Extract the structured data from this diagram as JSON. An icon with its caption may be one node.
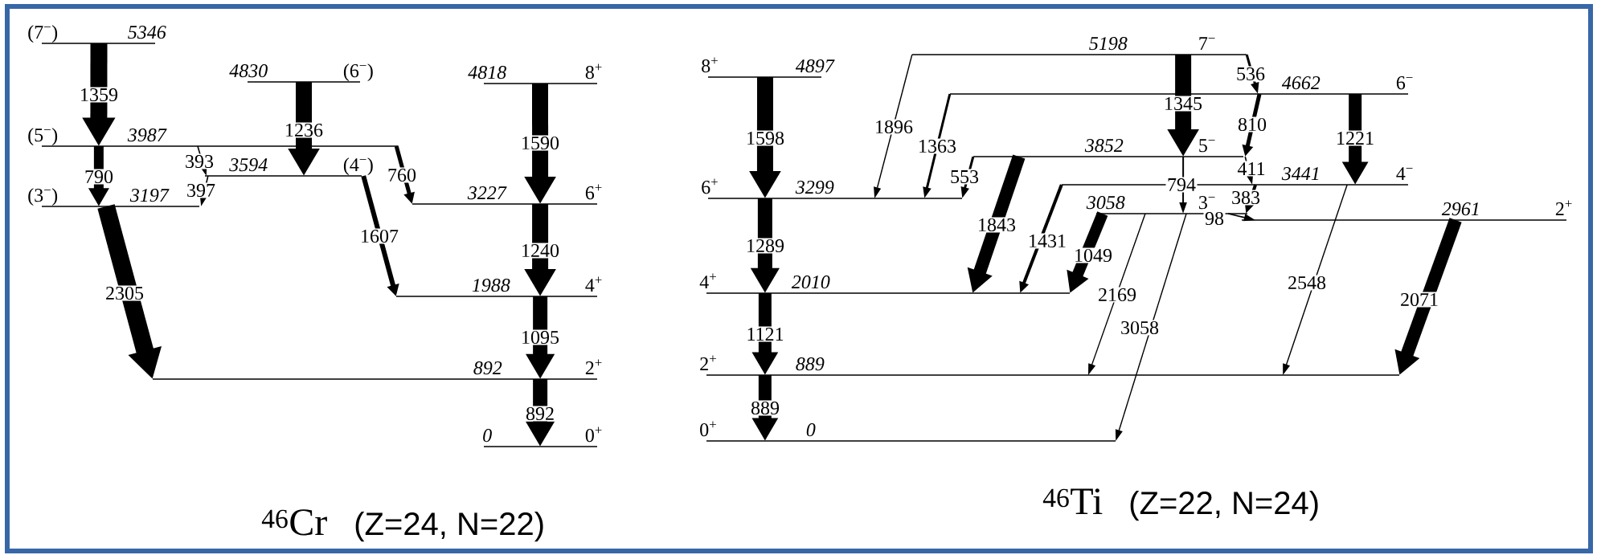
{
  "diagram": {
    "nodes": [
      {
        "text": [
          "(7$^{−}$)",
          "5346"
        ]
      },
      {
        "text": [
          "4830",
          "(6$^{−}$)"
        ]
      },
      {
        "text": [
          "4818",
          "8$^{+}$"
        ]
      },
      {
        "text": [
          "(5$^{−}$)",
          "3987"
        ]
      },
      {
        "text": [
          "3594",
          "(4$^{−}$)"
        ]
      },
      {
        "text": [
          "(3$^{−}$)",
          "3197"
        ]
      },
      {
        "text": [
          "3227",
          "6$^{+}$"
        ]
      },
      {
        "text": [
          "1988",
          "4$^{+}$"
        ]
      },
      {
        "text": [
          "892",
          "2$^{+}$"
        ]
      },
      {
        "text": [
          "0",
          "0$^{+}$"
        ]
      },
      {
        "text": [
          "8$^{+}$",
          "4897"
        ]
      },
      {
        "text": [
          "5198",
          "7$^{−}$"
        ]
      },
      {
        "text": [
          "4662",
          "6$^{−}$"
        ]
      },
      {
        "text": [
          "6$^{+}$",
          "3299"
        ]
      },
      {
        "text": [
          "3852",
          "5$^{−}$"
        ]
      },
      {
        "text": [
          "3441",
          "4$^{−}$"
        ]
      },
      {
        "text": [
          "3058",
          "3$^{−}$"
        ]
      },
      {
        "text": [
          "2961",
          "2$^{+}$"
        ]
      },
      {
        "text": [
          "4$^{+}$",
          "2010"
        ]
      },
      {
        "text": [
          "2$^{+}$",
          "889"
        ]
      },
      {
        "text": [
          "0$^{+}$",
          "0"
        ]
      }
    ],
    "edges": [
      {
        "from": 0,
        "to": 3,
        "arrow": "to",
        "label": "1359",
        "style": "thick"
      },
      {
        "from": 1,
        "to": 4,
        "arrow": "to",
        "label": "1236",
        "style": "thick"
      },
      {
        "from": 2,
        "to": 6,
        "arrow": "to",
        "label": "1590",
        "style": "thick"
      },
      {
        "from": 3,
        "to": 5,
        "arrow": "to",
        "label": "790",
        "style": "thick"
      },
      {
        "from": 3,
        "to": 4,
        "arrow": "to",
        "label": "393"
      },
      {
        "from": 4,
        "to": 5,
        "arrow": "to",
        "label": "397"
      },
      {
        "from": 3,
        "to": 6,
        "arrow": "to",
        "label": "760"
      },
      {
        "from": 4,
        "to": 7,
        "arrow": "to",
        "label": "1607"
      },
      {
        "from": 6,
        "to": 7,
        "arrow": "to",
        "label": "1240",
        "style": "thick"
      },
      {
        "from": 5,
        "to": 8,
        "arrow": "to",
        "label": "2305",
        "style": "thick"
      },
      {
        "from": 7,
        "to": 8,
        "arrow": "to",
        "label": "1095",
        "style": "thick"
      },
      {
        "from": 8,
        "to": 9,
        "arrow": "to",
        "label": "892",
        "style": "thick"
      },
      {
        "from": 10,
        "to": 13,
        "arrow": "to",
        "label": "1598",
        "style": "thick"
      },
      {
        "from": 11,
        "to": 13,
        "arrow": "to",
        "label": "1896"
      },
      {
        "from": 11,
        "to": 14,
        "arrow": "to",
        "label": "1345",
        "style": "thick"
      },
      {
        "from": 11,
        "to": 12,
        "arrow": "to",
        "label": "536"
      },
      {
        "from": 12,
        "to": 13,
        "arrow": "to",
        "label": "1363"
      },
      {
        "from": 12,
        "to": 14,
        "arrow": "to",
        "label": "810"
      },
      {
        "from": 12,
        "to": 15,
        "arrow": "to",
        "label": "1221",
        "style": "thick"
      },
      {
        "from": 14,
        "to": 13,
        "arrow": "to",
        "label": "553"
      },
      {
        "from": 14,
        "to": 15,
        "arrow": "to",
        "label": "411"
      },
      {
        "from": 14,
        "to": 16,
        "arrow": "to",
        "label": "794"
      },
      {
        "from": 14,
        "to": 18,
        "arrow": "to",
        "label": "1843",
        "style": "thick"
      },
      {
        "from": 15,
        "to": 16,
        "arrow": "to",
        "label": "383"
      },
      {
        "from": 16,
        "to": 17,
        "arrow": "to",
        "label": "98"
      },
      {
        "from": 15,
        "to": 18,
        "arrow": "to",
        "label": "1431"
      },
      {
        "from": 16,
        "to": 18,
        "arrow": "to",
        "label": "1049",
        "style": "thick"
      },
      {
        "from": 16,
        "to": 19,
        "arrow": "to",
        "label": "2169"
      },
      {
        "from": 16,
        "to": 20,
        "arrow": "to",
        "label": "3058"
      },
      {
        "from": 15,
        "to": 19,
        "arrow": "to",
        "label": "2548"
      },
      {
        "from": 17,
        "to": 19,
        "arrow": "to",
        "label": "2071",
        "style": "thick"
      },
      {
        "from": 13,
        "to": 18,
        "arrow": "to",
        "label": "1289",
        "style": "thick"
      },
      {
        "from": 18,
        "to": 19,
        "arrow": "to",
        "label": "1121",
        "style": "thick"
      },
      {
        "from": 19,
        "to": 20,
        "arrow": "to",
        "label": "889",
        "style": "thick"
      }
    ],
    "labels": [
      "$^{46}$Cr",
      "(Z=24, N=22)",
      "$^{46}$Ti",
      "(Z=22, N=24)"
    ]
  }
}
